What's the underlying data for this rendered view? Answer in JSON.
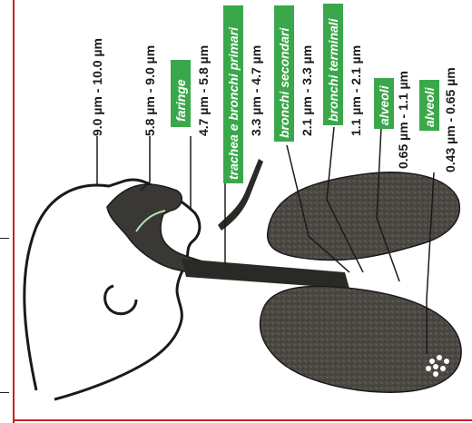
{
  "colors": {
    "frame_red": "#d21f1f",
    "tag_green": "#3aa84a",
    "lung_fill": "#4a4742",
    "ink": "#1a1a1a"
  },
  "labels": [
    {
      "size": "9.0 µm - 10.0 µm",
      "region": ""
    },
    {
      "size": "5.8 µm - 9.0 µm",
      "region": ""
    },
    {
      "size": "4.7 µm - 5.8 µm",
      "region": "faringe"
    },
    {
      "size": "3.3 µm - 4.7 µm",
      "region": "trachea e bronchi primari"
    },
    {
      "size": "2.1 µm - 3.3 µm",
      "region": "bronchi secondari"
    },
    {
      "size": "1.1 µm - 2.1 µm",
      "region": "bronchi terminali"
    },
    {
      "size": "0.65 µm - 1.1 µm",
      "region": "alveoli"
    },
    {
      "size": "0.43 µm - 0.65 µm",
      "region": "alveoli"
    }
  ]
}
